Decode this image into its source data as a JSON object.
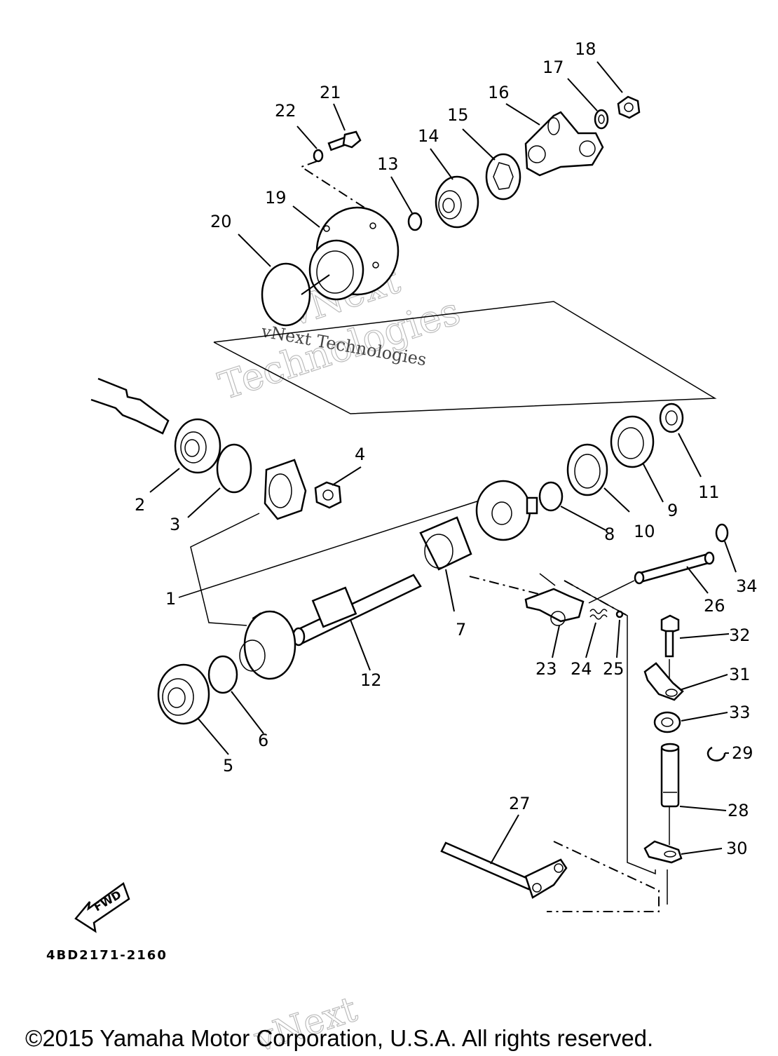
{
  "diagram": {
    "part_code": "4BD2171-2160",
    "fwd_label": "FWD",
    "watermark_line1": "vNext",
    "watermark_line2": "Technologies",
    "watermark_small": "vNext Technologies",
    "copyright": "©2015 Yamaha Motor Corporation, U.S.A. All rights reserved.",
    "callouts": [
      {
        "id": "18",
        "text": "18"
      },
      {
        "id": "17",
        "text": "17"
      },
      {
        "id": "16",
        "text": "16"
      },
      {
        "id": "21",
        "text": "21"
      },
      {
        "id": "22",
        "text": "22"
      },
      {
        "id": "15",
        "text": "15"
      },
      {
        "id": "14",
        "text": "14"
      },
      {
        "id": "13",
        "text": "13"
      },
      {
        "id": "19",
        "text": "19"
      },
      {
        "id": "20",
        "text": "20"
      },
      {
        "id": "4",
        "text": "4"
      },
      {
        "id": "2",
        "text": "2"
      },
      {
        "id": "3",
        "text": "3"
      },
      {
        "id": "11",
        "text": "11"
      },
      {
        "id": "9",
        "text": "9"
      },
      {
        "id": "10",
        "text": "10"
      },
      {
        "id": "8",
        "text": "8"
      },
      {
        "id": "34",
        "text": "34"
      },
      {
        "id": "26",
        "text": "26"
      },
      {
        "id": "1",
        "text": "1"
      },
      {
        "id": "7",
        "text": "7"
      },
      {
        "id": "32",
        "text": "32"
      },
      {
        "id": "23",
        "text": "23"
      },
      {
        "id": "24",
        "text": "24"
      },
      {
        "id": "25",
        "text": "25"
      },
      {
        "id": "12",
        "text": "12"
      },
      {
        "id": "31",
        "text": "31"
      },
      {
        "id": "33",
        "text": "33"
      },
      {
        "id": "6",
        "text": "6"
      },
      {
        "id": "5",
        "text": "5"
      },
      {
        "id": "29",
        "text": "29"
      },
      {
        "id": "27",
        "text": "27"
      },
      {
        "id": "28",
        "text": "28"
      },
      {
        "id": "30",
        "text": "30"
      }
    ]
  }
}
